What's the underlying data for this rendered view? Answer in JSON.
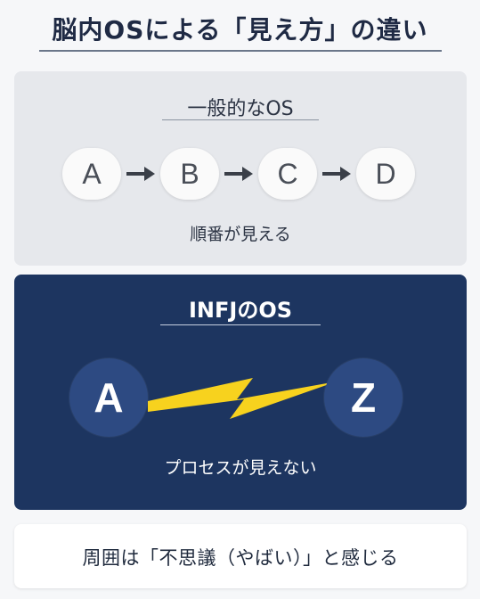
{
  "title": "脳内OSによる「見え方」の違い",
  "normal": {
    "heading": "一般的なOS",
    "nodes": [
      "A",
      "B",
      "C",
      "D"
    ],
    "caption": "順番が見える"
  },
  "infj": {
    "heading": "INFJのOS",
    "start": "A",
    "end": "Z",
    "caption": "プロセスが見えない"
  },
  "footer": {
    "text": "周囲は「不思議（やばい）」と感じる"
  },
  "colors": {
    "infj_panel": "#1d3560",
    "bolt": "#f7d21e",
    "normal_panel": "#e6e8ec"
  },
  "icons": [
    "arrow-right-icon",
    "lightning-bolt-icon"
  ]
}
